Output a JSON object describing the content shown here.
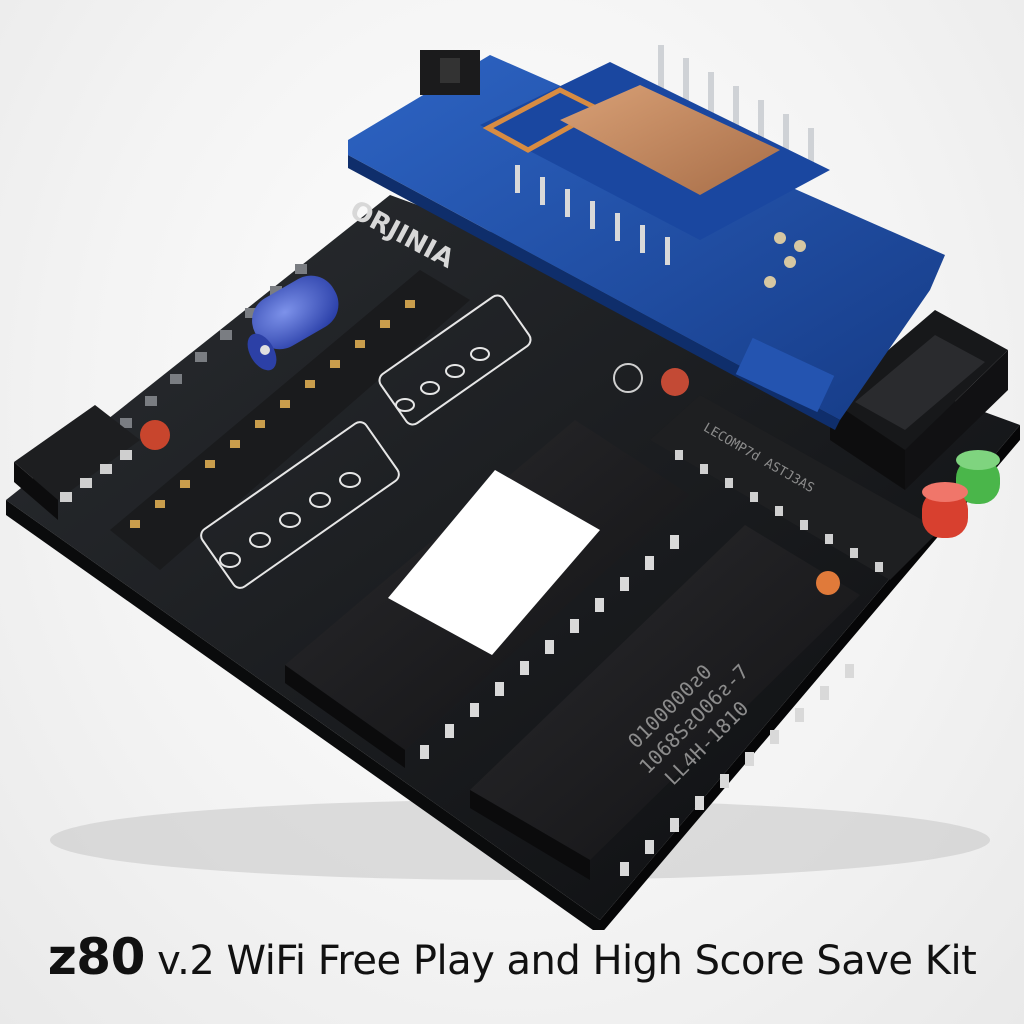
{
  "caption": {
    "lead": "z80",
    "rest": " v.2 WiFi Free Play and High Score Save Kit"
  },
  "board": {
    "silkscreen_logo": "ORJINIA",
    "chip_lower_lines": [
      "0100000ƨ0",
      "1068SƨO06ƨ-7",
      "LL4H-1810"
    ],
    "chip_small_text": "LECOMP7d ASTJ3AS"
  },
  "colors": {
    "pcb": "#131517",
    "wifi_board": "#1f4fa8",
    "chip": "#1c1c1e",
    "led_green": "#3fae3f",
    "led_red": "#d23a2c",
    "capacitor": "#3b56c9",
    "label": "#ffffff"
  }
}
